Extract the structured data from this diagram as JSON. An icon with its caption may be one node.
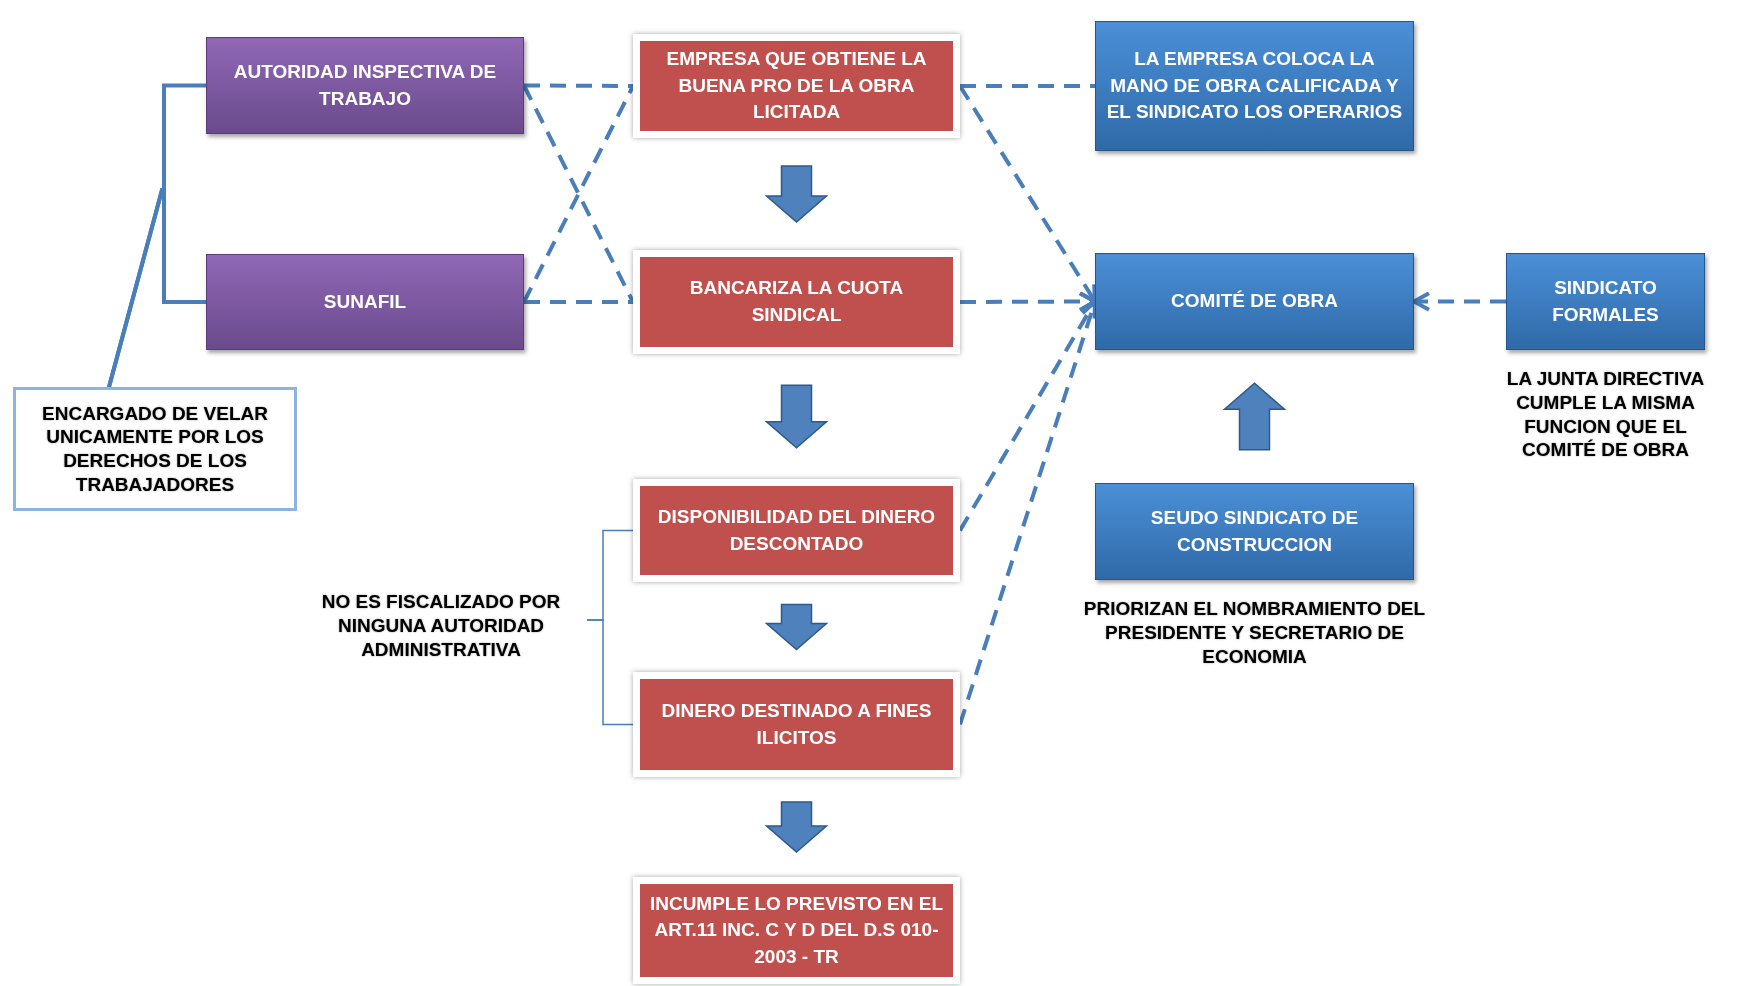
{
  "diagram": {
    "nodes": [
      {
        "text": [
          "AUTORIDAD INSPECTIVA DE TRABAJO"
        ]
      },
      {
        "text": [
          "SUNAFIL"
        ]
      },
      {
        "text": [
          "EMPRESA QUE OBTIENE LA BUENA PRO DE LA OBRA LICITADA"
        ]
      },
      {
        "text": [
          "BANCARIZA LA CUOTA SINDICAL"
        ]
      },
      {
        "text": [
          "DISPONIBILIDAD DEL DINERO DESCONTADO"
        ]
      },
      {
        "text": [
          "DINERO DESTINADO A FINES ILICITOS"
        ]
      },
      {
        "text": [
          "INCUMPLE LO PREVISTO EN EL ART.11 INC. C Y D DEL D.S 010-2003 - TR"
        ]
      },
      {
        "text": [
          "LA EMPRESA COLOCA LA MANO DE OBRA CALIFICADA Y EL SINDICATO LOS OPERARIOS"
        ]
      },
      {
        "text": [
          "COMITÉ DE OBRA"
        ]
      },
      {
        "text": [
          "SINDICATO FORMALES"
        ],
        "beside": [
          "LA JUNTA DIRECTIVA CUMPLE LA MISMA FUNCION QUE EL COMITÉ DE OBRA"
        ]
      },
      {
        "text": [
          "SEUDO SINDICATO DE CONSTRUCCION"
        ],
        "beside": [
          "PRIORIZAN EL NOMBRAMIENTO DEL PRESIDENTE Y SECRETARIO DE ECONOMIA"
        ]
      },
      {
        "text": [
          "ENCARGADO DE VELAR UNICAMENTE POR LOS DERECHOS DE LOS TRABAJADORES"
        ]
      },
      {
        "text": [
          "NO ES FISCALIZADO POR NINGUNA AUTORIDAD ADMINISTRATIVA"
        ]
      }
    ],
    "edges": [
      {
        "from": 11,
        "to": 0,
        "arrow": "none"
      },
      {
        "from": 11,
        "to": 1,
        "arrow": "none"
      },
      {
        "from": 0,
        "to": 2,
        "arrow": "none",
        "style": "dashed"
      },
      {
        "from": 0,
        "to": 3,
        "arrow": "none",
        "style": "dashed"
      },
      {
        "from": 1,
        "to": 2,
        "arrow": "none",
        "style": "dashed"
      },
      {
        "from": 1,
        "to": 3,
        "arrow": "none",
        "style": "dashed"
      },
      {
        "from": 2,
        "to": 7,
        "arrow": "none",
        "style": "dashed"
      },
      {
        "from": 2,
        "to": 8,
        "arrow": "to",
        "style": "dashed"
      },
      {
        "from": 3,
        "to": 8,
        "arrow": "to",
        "style": "dashed"
      },
      {
        "from": 4,
        "to": 8,
        "arrow": "to",
        "style": "dashed"
      },
      {
        "from": 5,
        "to": 8,
        "arrow": "to",
        "style": "dashed"
      },
      {
        "from": 9,
        "to": 8,
        "arrow": "to",
        "style": "dashed"
      },
      {
        "from": 2,
        "to": 3,
        "arrow": "to",
        "style": "thick"
      },
      {
        "from": 3,
        "to": 4,
        "arrow": "to",
        "style": "thick"
      },
      {
        "from": 4,
        "to": 5,
        "arrow": "to",
        "style": "thick"
      },
      {
        "from": 5,
        "to": 6,
        "arrow": "to",
        "style": "thick"
      },
      {
        "from": 10,
        "to": 8,
        "arrow": "to",
        "style": "thick"
      },
      {
        "from": 12,
        "to": 4,
        "arrow": "none"
      },
      {
        "from": 12,
        "to": 5,
        "arrow": "none"
      }
    ]
  }
}
